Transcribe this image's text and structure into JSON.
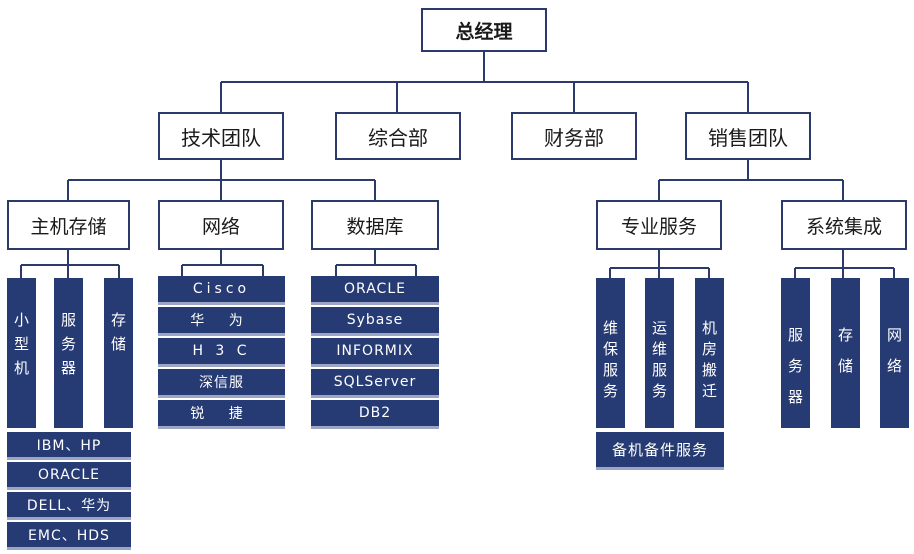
{
  "root": "总经理",
  "departments": [
    {
      "id": "tech",
      "label": "技术团队"
    },
    {
      "id": "general",
      "label": "综合部"
    },
    {
      "id": "finance",
      "label": "财务部"
    },
    {
      "id": "sales",
      "label": "销售团队"
    }
  ],
  "tech_groups": {
    "host_storage": {
      "label": "主机存储",
      "columns": [
        {
          "id": "minicomputer",
          "text": "小型机"
        },
        {
          "id": "server",
          "text": "服务器"
        },
        {
          "id": "storage",
          "text": "存储"
        }
      ],
      "vendors": [
        "IBM、HP",
        "ORACLE",
        "DELL、华为",
        "EMC、HDS"
      ]
    },
    "network": {
      "label": "网络",
      "vendors": [
        "Cisco",
        "华 为",
        "H 3 C",
        "深信服",
        "锐 捷"
      ]
    },
    "database": {
      "label": "数据库",
      "vendors": [
        "ORACLE",
        "Sybase",
        "INFORMIX",
        "SQLServer",
        "DB2"
      ]
    }
  },
  "sales_groups": {
    "professional": {
      "label": "专业服务",
      "columns": [
        {
          "id": "maintenance",
          "text": "维保服务"
        },
        {
          "id": "ops",
          "text": "运维服务"
        },
        {
          "id": "relocation",
          "text": "机房搬迁"
        }
      ],
      "footer": "备机备件服务"
    },
    "integration": {
      "label": "系统集成",
      "columns": [
        {
          "id": "server",
          "text": "服务器"
        },
        {
          "id": "storage",
          "text": "存储"
        },
        {
          "id": "network",
          "text": "网络"
        }
      ]
    }
  },
  "colors": {
    "navy": "#263a73",
    "line": "#2b3a6b",
    "shadow": "#9ca6c4"
  }
}
